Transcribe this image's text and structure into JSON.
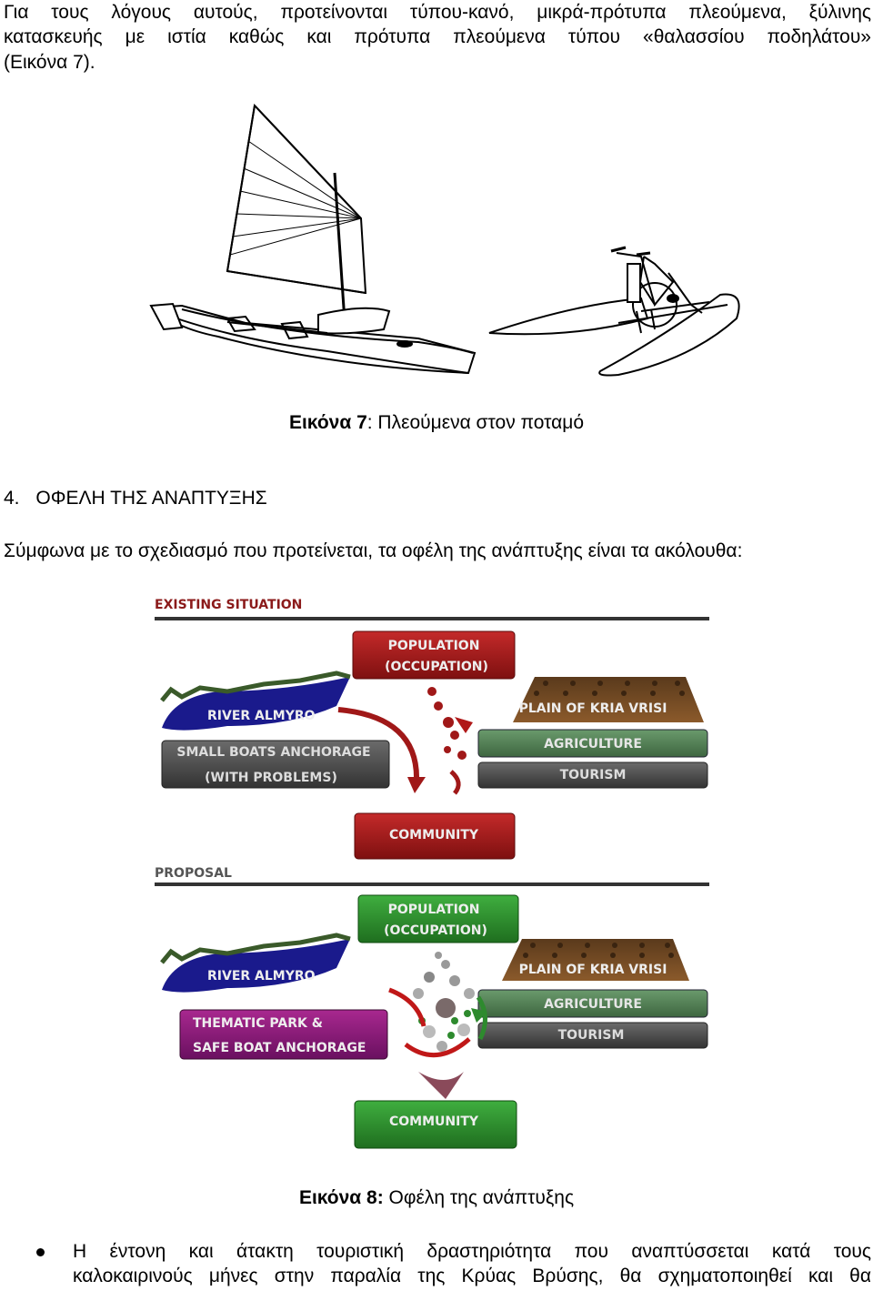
{
  "intro": {
    "line1": "Για τους λόγους αυτούς, προτείνονται τύπου-κανό, μικρά-πρότυπα πλεούμενα, ξύλινης",
    "line2": "κατασκευής με ιστία καθώς και πρότυπα πλεούμενα τύπου «θαλασσίου ποδηλάτου»",
    "line3": "(Εικόνα 7)."
  },
  "figure7": {
    "label": "Εικόνα 7",
    "text": ": Πλεούμενα στον ποταμό"
  },
  "section": {
    "number": "4.",
    "title": "ΟΦΕΛΗ ΤΗΣ ΑΝΑΠΤΥΞΗΣ"
  },
  "lead": "Σύμφωνα με το σχεδιασμό που προτείνεται, τα οφέλη της ανάπτυξης είναι τα ακόλουθα:",
  "diagram": {
    "existing_title": "EXISTING SITUATION",
    "proposal_title": "PROPOSAL",
    "existing": {
      "population_1": "POPULATION",
      "population_2": "(OCCUPATION)",
      "river": "RIVER ALMYRO",
      "anchorage_1": "SMALL BOATS ANCHORAGE",
      "anchorage_2": "(WITH PROBLEMS)",
      "plain": "PLAIN OF KRIA VRISI",
      "agriculture": "AGRICULTURE",
      "tourism": "TOURISM",
      "community": "COMMUNITY"
    },
    "proposal": {
      "population_1": "POPULATION",
      "population_2": "(OCCUPATION)",
      "river": "RIVER ALMYRO",
      "park_1": "THEMATIC PARK &",
      "park_2": "SAFE BOAT ANCHORAGE",
      "plain": "PLAIN OF KRIA VRISI",
      "agriculture": "AGRICULTURE",
      "tourism": "TOURISM",
      "community": "COMMUNITY"
    },
    "colors": {
      "red": "#a01818",
      "green": "#2e8a2e",
      "olive_green": "#4e7a50",
      "dark_grey": "#4a4a4a",
      "river_blue": "#1a1a8c",
      "brown": "#6b4420",
      "purple": "#8a1a7a"
    }
  },
  "figure8": {
    "label": "Εικόνα 8:",
    "text": " Οφέλη της ανάπτυξης"
  },
  "bullet": {
    "line1": "Η έντονη και άτακτη τουριστική δραστηριότητα που αναπτύσσεται κατά τους",
    "line2": "καλοκαιρινούς μήνες στην παραλία της Κρύας Βρύσης, θα σχηματοποιηθεί και θα"
  }
}
